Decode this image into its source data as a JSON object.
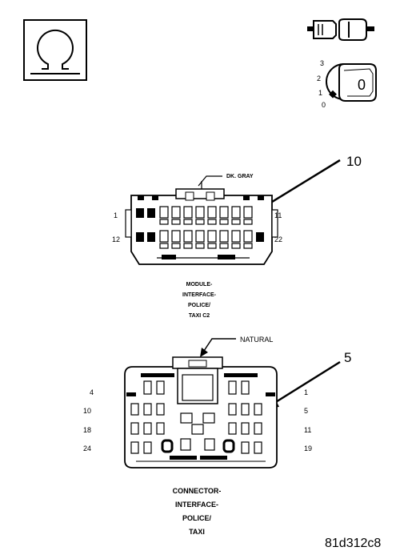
{
  "symbols": {
    "ohmmeter": "ohm-icon",
    "connector": "connector-icon",
    "ignition": "ignition-key-icon"
  },
  "ignition": {
    "positions": [
      "3",
      "2",
      "1",
      "0"
    ],
    "key_label": "0"
  },
  "connector_c2": {
    "callout": "10",
    "color_label": "DK. GRAY",
    "pin_top_left": "1",
    "pin_top_right": "11",
    "pin_bottom_left": "12",
    "pin_bottom_right": "22",
    "caption": [
      "MODULE-",
      "INTERFACE-",
      "POLICE/",
      "TAXI C2"
    ]
  },
  "connector_main": {
    "callout": "5",
    "color_label": "NATURAL",
    "pins_left": [
      "4",
      "10",
      "18",
      "24"
    ],
    "pins_right": [
      "1",
      "5",
      "11",
      "19"
    ],
    "caption": [
      "CONNECTOR-",
      "INTERFACE-",
      "POLICE/",
      "TAXI"
    ]
  },
  "figure_code": "81d312c8"
}
